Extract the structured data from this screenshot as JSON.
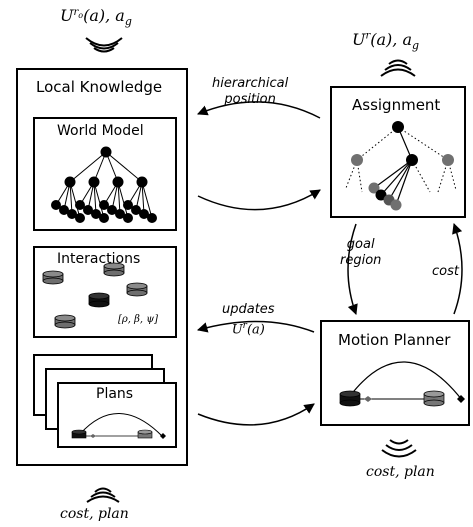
{
  "labels": {
    "top_left_math_base": "U",
    "top_left_math_sup": "r",
    "top_left_math_sub": "o",
    "top_left_math_rest": "(a), a",
    "top_left_math_rest_sub": "g",
    "top_right_math_base": "U",
    "top_right_math_sup": "r",
    "top_right_math_rest": "(a), a",
    "top_right_math_rest_sub": "g",
    "local_knowledge": "Local Knowledge",
    "world_model": "World Model",
    "interactions": "Interactions",
    "interaction_params": "[ρ, β, ψ]",
    "plans": "Plans",
    "assignment": "Assignment",
    "motion_planner": "Motion Planner",
    "hierarchical_line1": "hierarchical",
    "hierarchical_line2": "position",
    "goal_line1": "goal",
    "goal_line2": "region",
    "cost": "cost",
    "updates_line1": "updates",
    "updates_math": "U",
    "updates_math_sup": "r",
    "updates_math_rest": "(a)",
    "bottom_right_math": "cost, plan",
    "bottom_left_math": "cost, plan"
  },
  "colors": {
    "black_node": "#000000",
    "gray_node": "#707070",
    "dark_gray_node": "#555555"
  },
  "icons": [
    "wireless-signal-icon",
    "tree-icon",
    "robot-puck-icon"
  ]
}
